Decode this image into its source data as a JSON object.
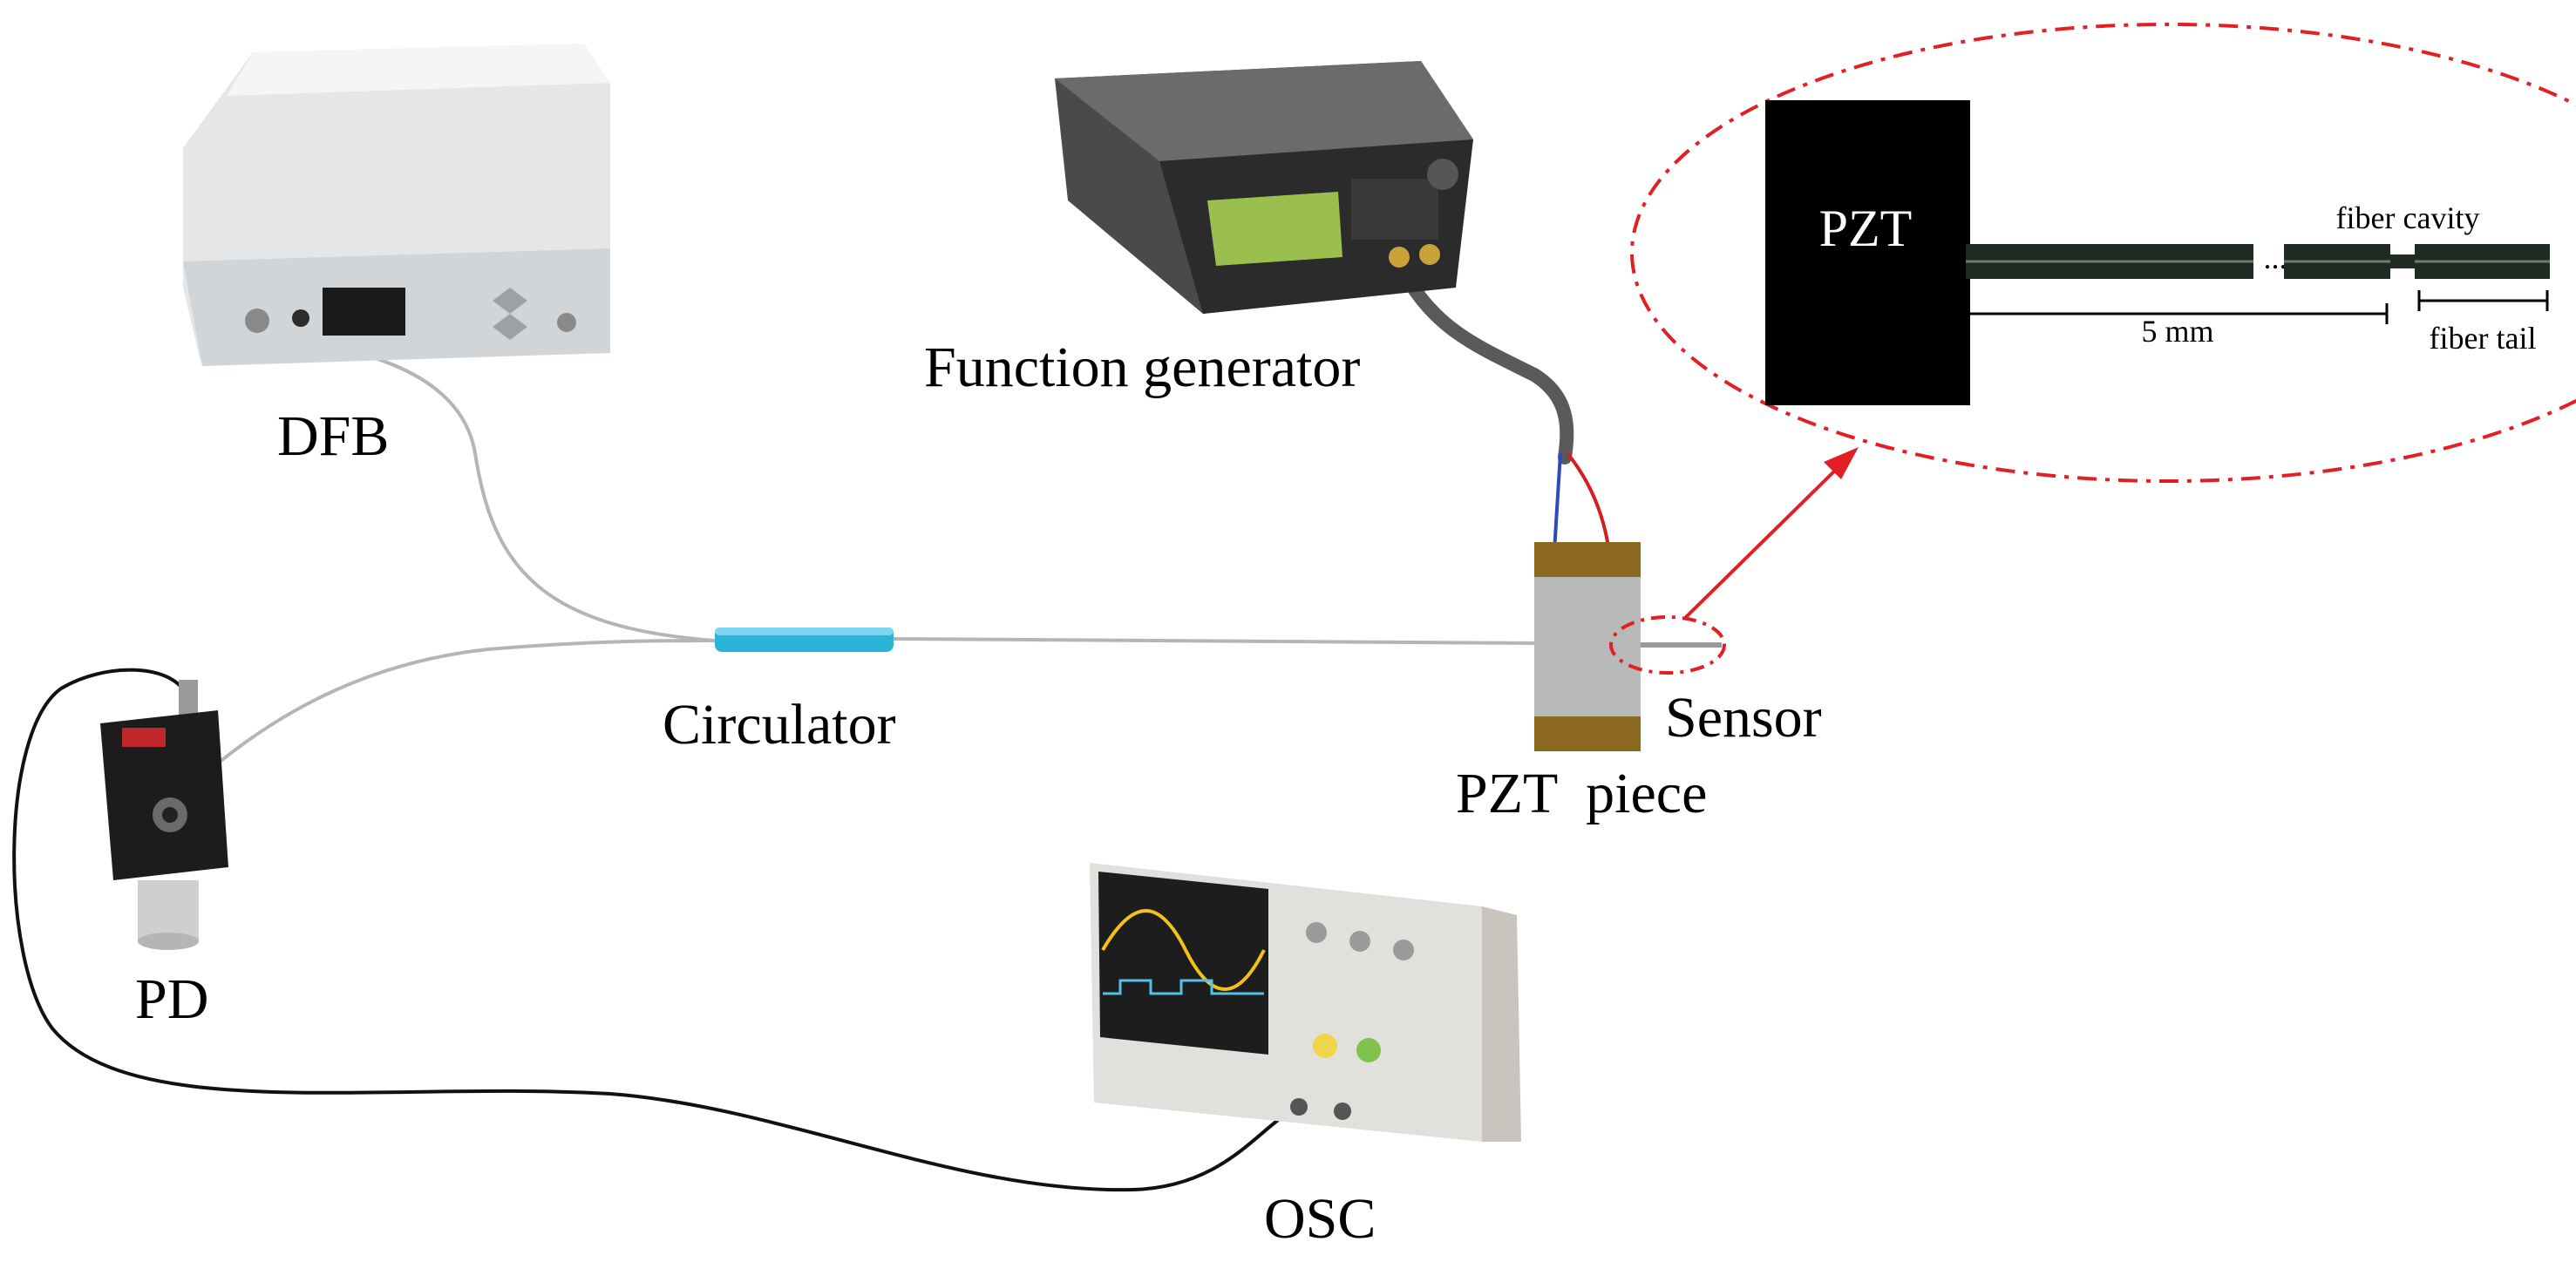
{
  "labels": {
    "dfb": "DFB",
    "function_generator": "Function generator",
    "circulator": "Circulator",
    "pzt_piece": "PZT  piece",
    "sensor": "Sensor",
    "pd": "PD",
    "osc": "OSC"
  },
  "inset": {
    "pzt": "PZT",
    "fiber_cavity": "fiber cavity",
    "cavity_length": "5 mm",
    "fiber_tail": "fiber tail",
    "ellipsis": "..."
  },
  "colors": {
    "fiber": "#b5b5b5",
    "circulator": "#2bb3d8",
    "pzt_gold": "#8b6a1f",
    "pzt_silver": "#b9b9b9",
    "callout": "#e31e24",
    "cable": "#111111"
  }
}
